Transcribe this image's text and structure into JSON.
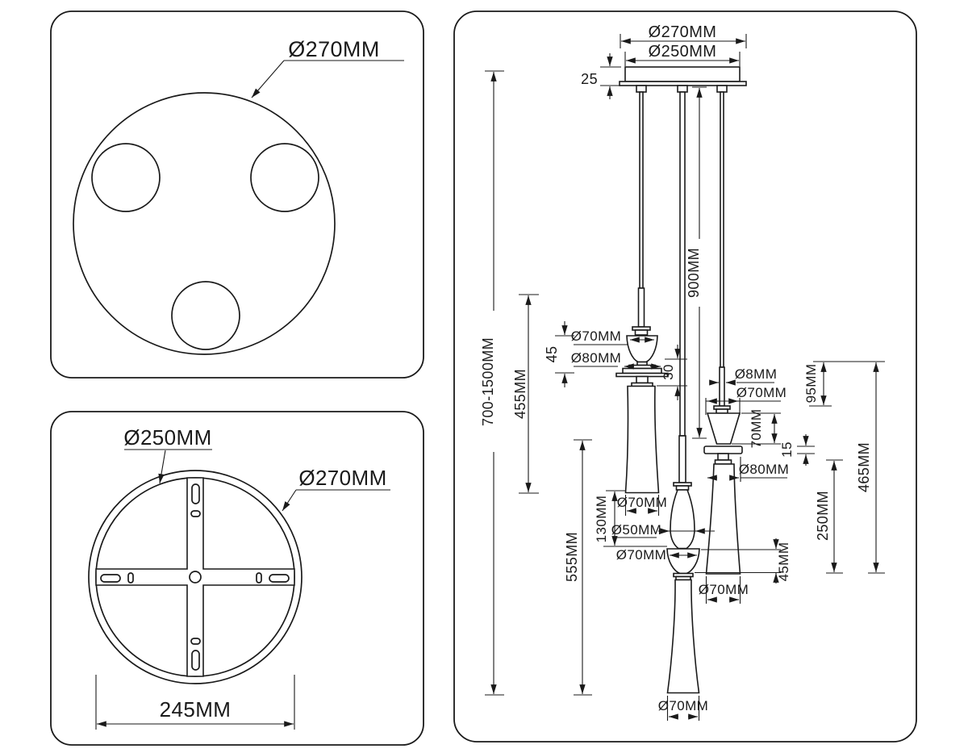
{
  "colors": {
    "line": "#1a1a1a",
    "background": "#ffffff"
  },
  "canopy_top_view": {
    "outer_diameter": "Ø270MM"
  },
  "mount_view": {
    "inner_diameter": "Ø250MM",
    "outer_diameter": "Ø270MM",
    "bracket_width": "245MM"
  },
  "side_view": {
    "canopy_outer_diameter": "Ø270MM",
    "canopy_inner_diameter": "Ø250MM",
    "canopy_thickness": "25",
    "overall_height": "700-1500MM",
    "wire_length": "900MM",
    "pendant_left": {
      "height": "455MM",
      "cap_diameter": "Ø70MM",
      "disc_diameter": "Ø80MM",
      "cap_height": "45",
      "neck_height": "30",
      "shade_diameter": "Ø70MM"
    },
    "pendant_middle": {
      "height": "555MM",
      "gap_to_left_shade": "130MM",
      "body_diameter": "Ø50MM",
      "cap_diameter": "Ø70MM",
      "cap_height": "45MM",
      "shade_diameter": "Ø70MM"
    },
    "pendant_right": {
      "wire_diameter": "Ø8MM",
      "top_diameter": "Ø70MM",
      "cone_height": "70MM",
      "disc_diameter": "Ø80MM",
      "disc_thickness": "15",
      "sleeve_height": "95MM",
      "shade_height": "250MM",
      "total_height": "465MM",
      "shade_diameter": "Ø70MM"
    }
  }
}
